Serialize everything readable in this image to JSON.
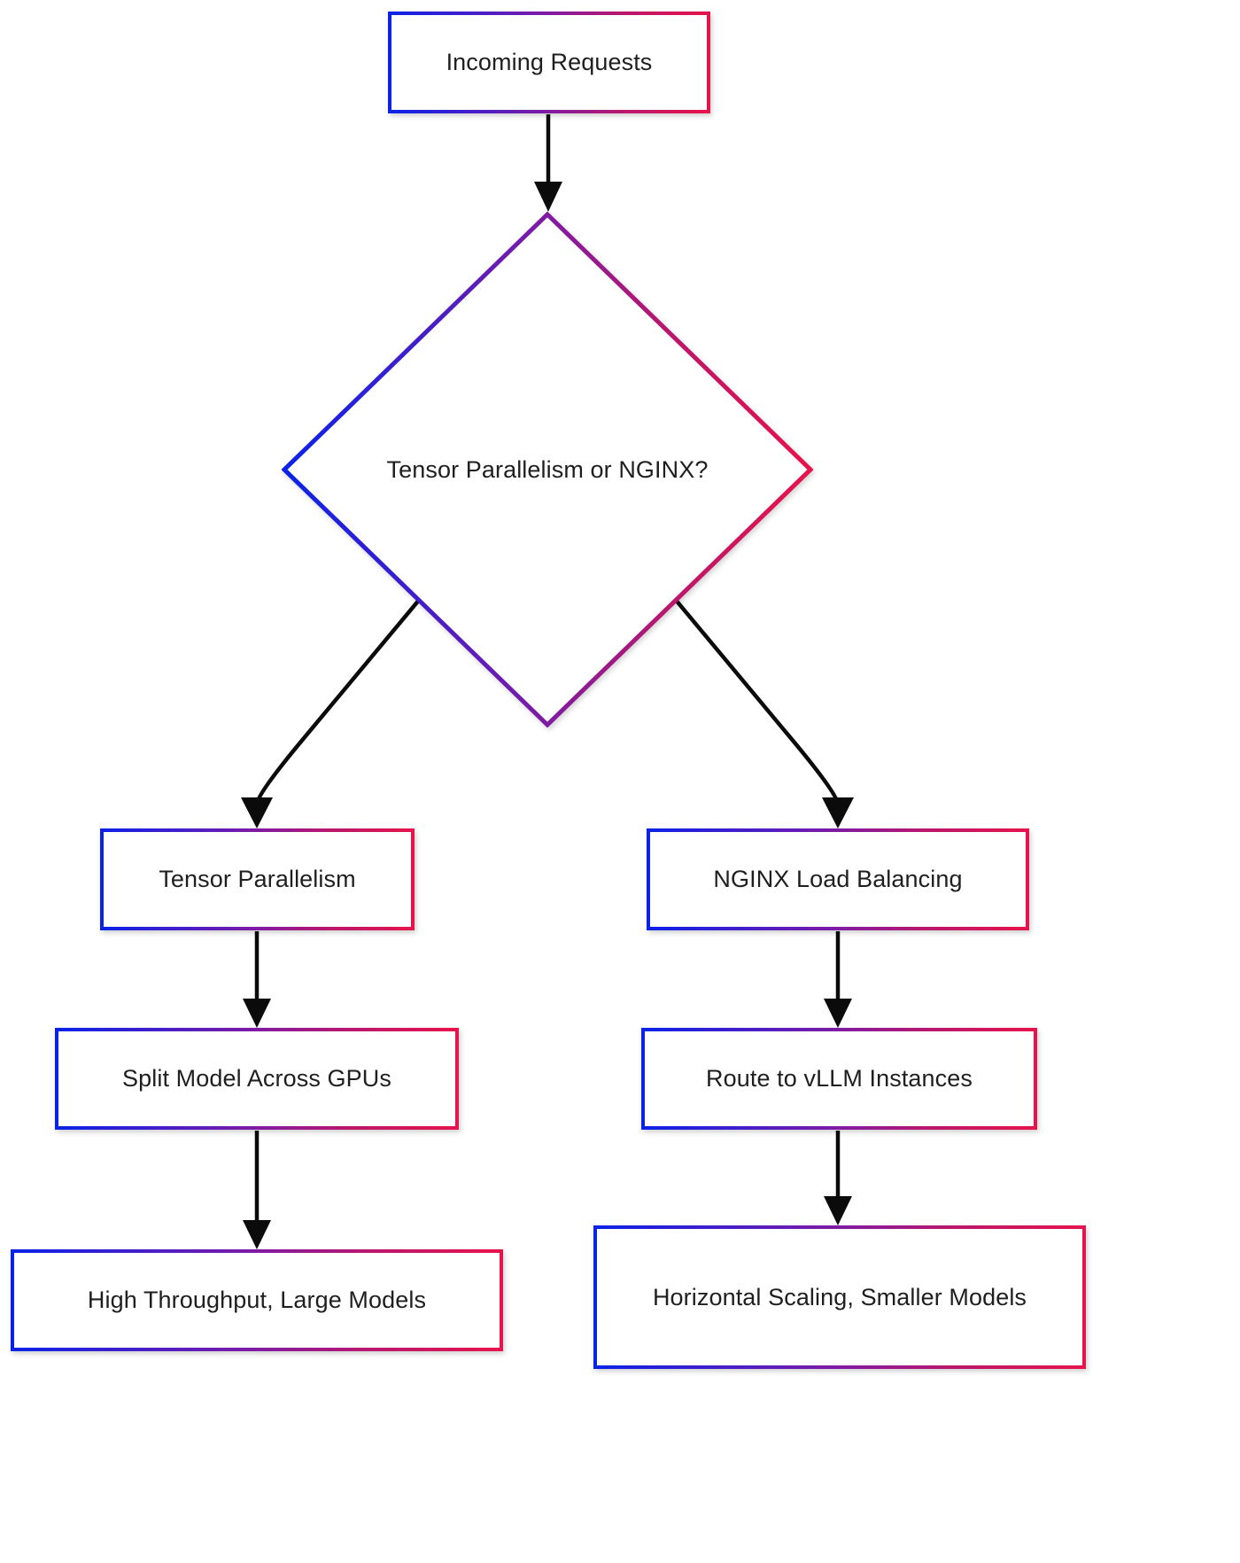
{
  "diagram": {
    "type": "flowchart",
    "direction": "top-down",
    "background": "#ffffff",
    "theme": {
      "node_fill": "#ffffff",
      "border_gradient_start": "#0a22e8",
      "border_gradient_mid": "#7b1ba8",
      "border_gradient_end": "#e8134a",
      "edge_color": "#0b0b0b",
      "text_color": "#1f1f1f"
    },
    "nodes": [
      {
        "id": "incoming_requests",
        "shape": "rectangle",
        "label": "Incoming Requests"
      },
      {
        "id": "decision",
        "shape": "diamond",
        "label": "Tensor Parallelism or NGINX?"
      },
      {
        "id": "tensor_parallelism",
        "shape": "rectangle",
        "label": "Tensor Parallelism"
      },
      {
        "id": "nginx_lb",
        "shape": "rectangle",
        "label": "NGINX Load Balancing"
      },
      {
        "id": "split_model",
        "shape": "rectangle",
        "label": "Split Model Across GPUs"
      },
      {
        "id": "route_vllm",
        "shape": "rectangle",
        "label": "Route to vLLM Instances"
      },
      {
        "id": "high_throughput",
        "shape": "rectangle",
        "label": "High Throughput, Large Models"
      },
      {
        "id": "horizontal_scaling",
        "shape": "rectangle",
        "label": "Horizontal Scaling, Smaller Models"
      }
    ],
    "edges": [
      {
        "from": "incoming_requests",
        "to": "decision",
        "label": "",
        "style": "straight-arrow"
      },
      {
        "from": "decision",
        "to": "tensor_parallelism",
        "label": "",
        "style": "curved-arrow"
      },
      {
        "from": "decision",
        "to": "nginx_lb",
        "label": "",
        "style": "curved-arrow"
      },
      {
        "from": "tensor_parallelism",
        "to": "split_model",
        "label": "",
        "style": "straight-arrow"
      },
      {
        "from": "nginx_lb",
        "to": "route_vllm",
        "label": "",
        "style": "straight-arrow"
      },
      {
        "from": "split_model",
        "to": "high_throughput",
        "label": "",
        "style": "straight-arrow"
      },
      {
        "from": "route_vllm",
        "to": "horizontal_scaling",
        "label": "",
        "style": "straight-arrow"
      }
    ]
  }
}
